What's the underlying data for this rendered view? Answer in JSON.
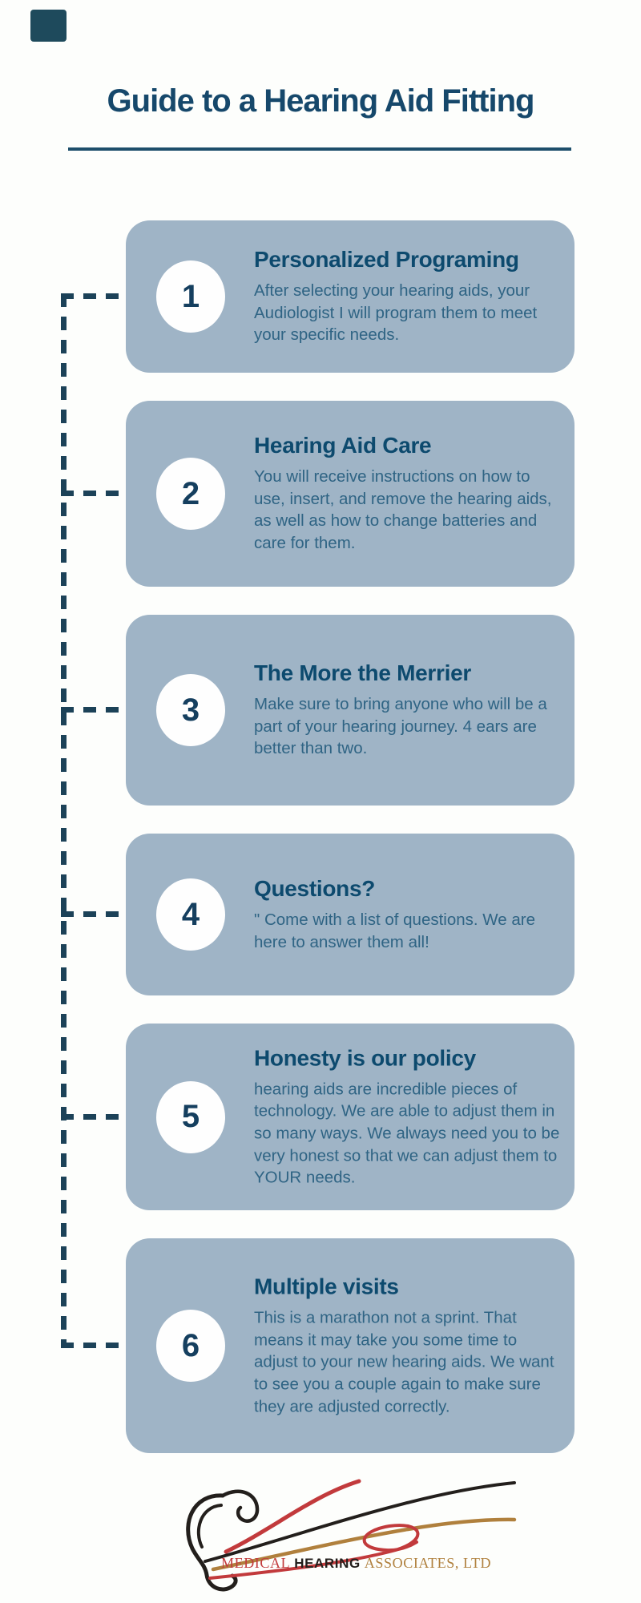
{
  "header": {
    "title": "Guide to a Hearing Aid Fitting"
  },
  "steps": [
    {
      "number": "1",
      "title": "Personalized Programing",
      "body": "After selecting your hearing aids, your Audiologist I will program them to meet your specific needs."
    },
    {
      "number": "2",
      "title": "Hearing Aid Care",
      "body": "You will receive instructions on how to use, insert, and remove the hearing aids, as well as how to change batteries and care for them."
    },
    {
      "number": "3",
      "title": "The More the Merrier",
      "body": "Make sure to bring anyone who will be a part of your hearing journey. 4 ears are better than two."
    },
    {
      "number": "4",
      "title": "Questions?",
      "body": "\" Come with a list of questions. We are here to answer them all!"
    },
    {
      "number": "5",
      "title": "Honesty is our policy",
      "body": "hearing aids are incredible pieces of technology. We are able to adjust them in so many ways. We always need you to be very honest so that we can adjust them to YOUR needs."
    },
    {
      "number": "6",
      "title": "Multiple visits",
      "body": "This is a marathon not a sprint. That means it may take you some time to adjust to your new hearing aids. We want to see you a couple again to make sure they are adjusted correctly."
    }
  ],
  "logo": {
    "word1": "MEDICAL",
    "word2": "HEARING",
    "word3": "ASSOCIATES, LTD"
  },
  "colors": {
    "card_background": "#9fb4c6",
    "heading_text": "#0d4a6e",
    "body_text": "#2f6484",
    "title_text": "#16486b",
    "connector": "#1c4258",
    "badge_background": "#fefefe",
    "logo_red": "#c23a3c",
    "logo_black": "#231f1c",
    "logo_gold": "#b0803d"
  }
}
